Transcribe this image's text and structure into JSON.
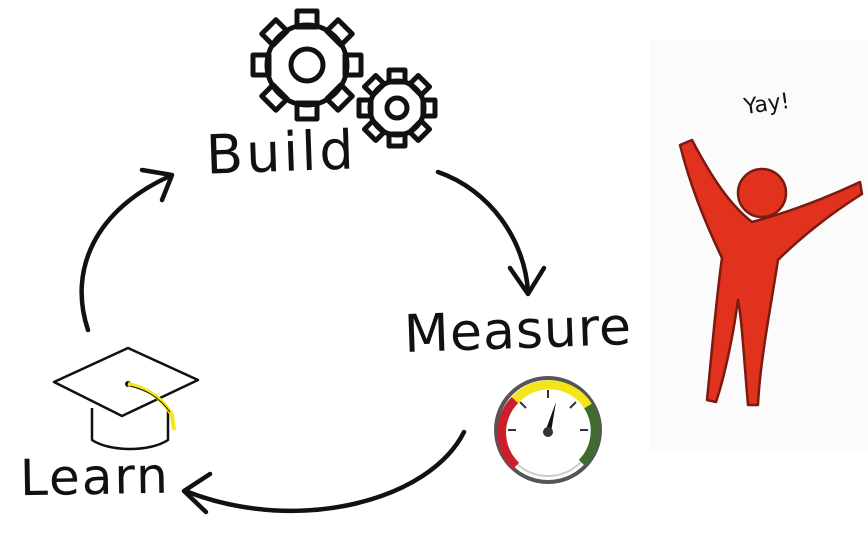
{
  "cycle": {
    "build_label": "Build",
    "measure_label": "Measure",
    "learn_label": "Learn"
  },
  "person": {
    "exclamation": "Yay!"
  },
  "icons": {
    "build": "gears-icon",
    "measure": "speedometer-gauge-icon",
    "learn": "graduation-cap-icon",
    "celebration": "cheering-person-icon"
  },
  "colors": {
    "ink": "#111111",
    "person": "#e0321c",
    "gauge_red": "#c9202b",
    "gauge_yellow": "#f3e51a",
    "gauge_green": "#3f6b2f",
    "tassel": "#f4e61a"
  }
}
